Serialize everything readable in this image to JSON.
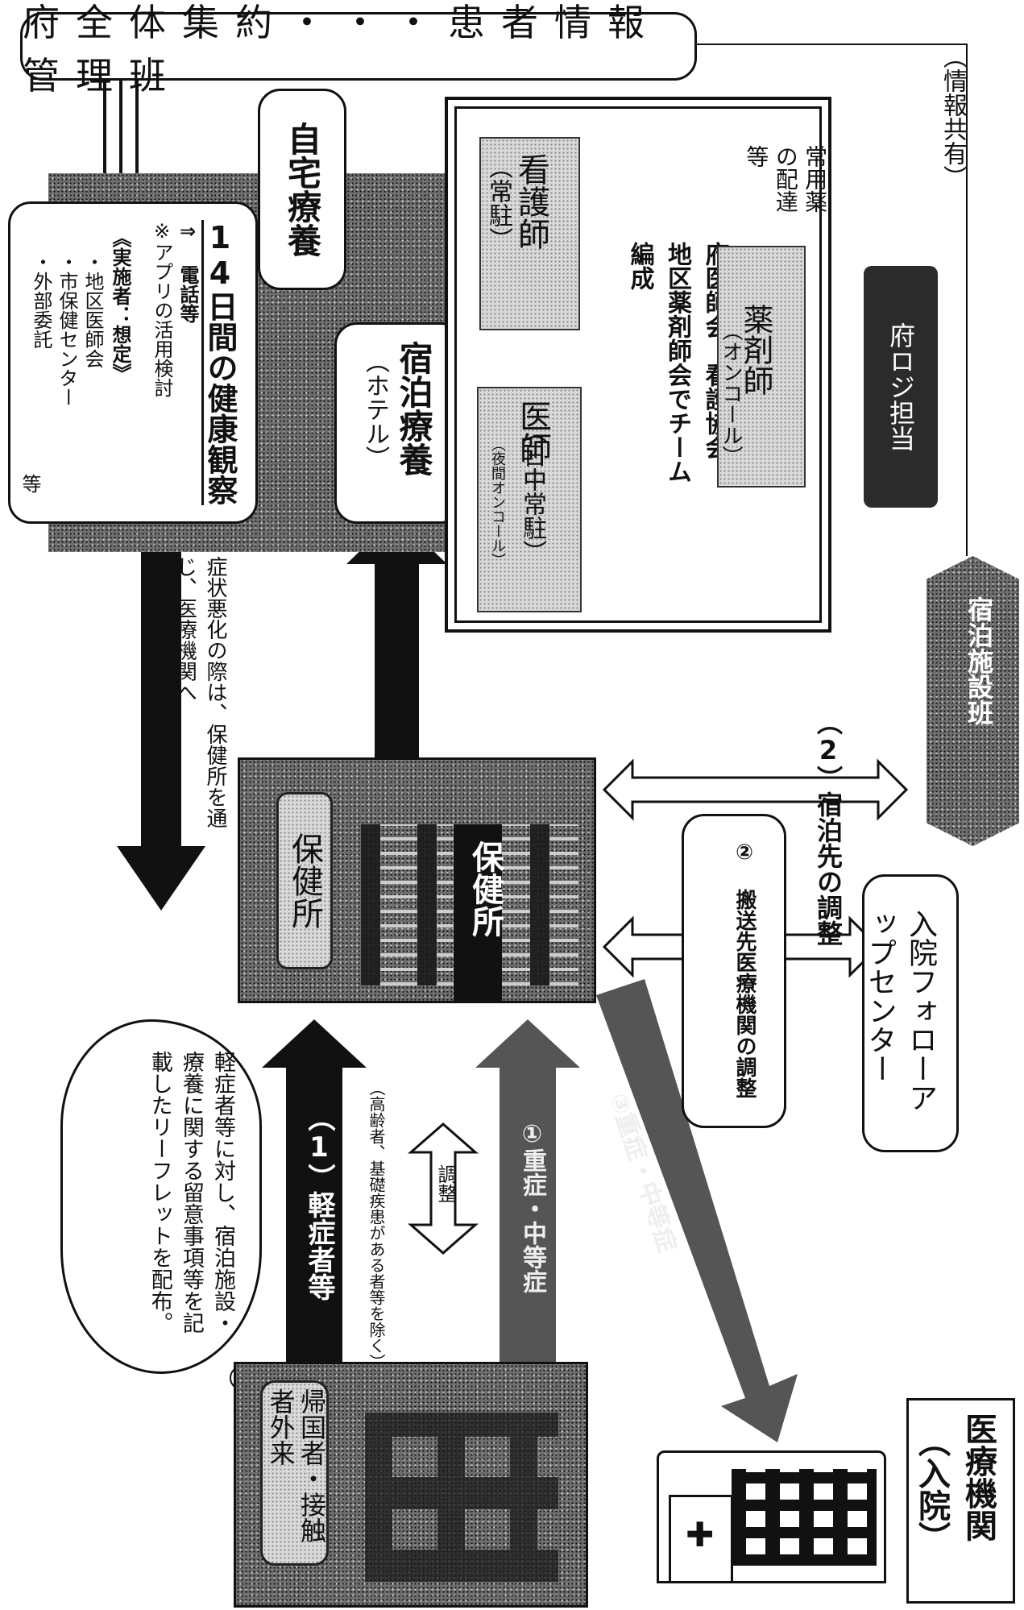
{
  "top_banner": "府全体集約・・・患者情報管理班",
  "info_share": "（情報共有）",
  "health_observation": {
    "title": "14日間の健康観察",
    "line1": "⇒ 電話等",
    "line2": "※アプリの活用検討",
    "implementer": "《実施者：想定》",
    "item1": "・地区医師会",
    "item2": "・市保健センター",
    "item3": "・外部委託",
    "etc": "等"
  },
  "home_care": "自宅療養",
  "hotel_care": {
    "title": "宿泊療養",
    "sub": "（ホテル）"
  },
  "medical_team": {
    "doctor": "医師",
    "doctor_sub": "（日中常駐）",
    "doctor_note": "（夜間オンコール）",
    "nurse": "看護師",
    "nurse_sub": "（常駐）",
    "pharmacist": "薬剤師",
    "pharmacist_sub": "（オンコール）",
    "team_text": "府医師会、看護協会、地区薬剤師会でチーム編成",
    "medicine": "常用薬の配達等"
  },
  "logistics": "府ロジ担当",
  "facility_team": "宿泊施設班",
  "symptom_note": "症状悪化の際は、保健所を通じ、医療機関へ",
  "mild_arrow_top": "軽症者等",
  "health_center": {
    "label": "保健所",
    "building_label": "保健所"
  },
  "adjust_lodging": "（2）宿泊先の調整",
  "adjust_transport": "② 搬送先医療機関の調整",
  "followup_center": "入院フォローアップセンター",
  "mild_left": "（1）軽症者等",
  "mild_left_note": "（高齢者、基礎疾患がある者等を除く）",
  "adjust": "調整",
  "severe_left": "①重症・中等症",
  "severe_diag": "③重症・中等症",
  "leaflet": "軽症者等に対し、宿泊施設・療養に関する留意事項等を記載したリーフレットを配布。",
  "origin": "帰国者・接触者外来",
  "hospital": {
    "label1": "医療機関",
    "label2": "（入院）"
  }
}
